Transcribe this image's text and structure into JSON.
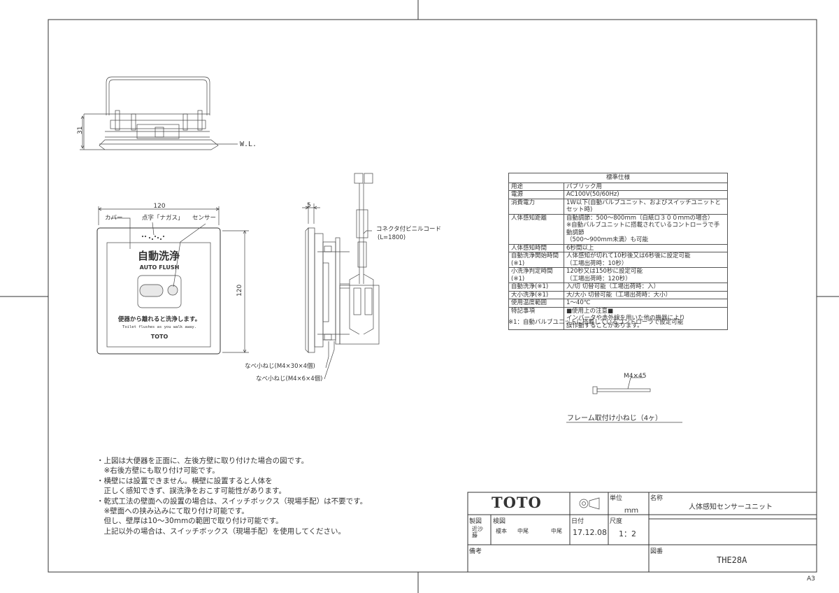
{
  "labels": {
    "wl": "W.L.",
    "dim_31": "31",
    "dim_120_w": "120",
    "dim_120_h": "120",
    "dim_5": "5",
    "cover": "カバー",
    "braille": "点字「ナガス」",
    "sensor": "センサー",
    "panel_title": "自動洗浄",
    "panel_sub": "AUTO FLUSH",
    "panel_msg_jp": "便器から離れると洗浄します。",
    "panel_msg_en": "Toilet flushes as you walk away.",
    "panel_brand": "TOTO",
    "cord": "コネクタ付ビニルコード",
    "cord_len": "(L=1800)",
    "screw1": "なべ小ねじ(M4×30×4個)",
    "screw2": "なべ小ねじ(M4×6×4個)",
    "m4x45": "M4×45",
    "frame_screw": "フレーム取付け小ねじ（4ヶ）"
  },
  "spec": {
    "header": "標準仕様",
    "rows": [
      {
        "key": "用途",
        "val": "パブリック用"
      },
      {
        "key": "電源",
        "val": "AC100V(50/60Hz)"
      },
      {
        "key": "消費電力",
        "val": "1W以下(自動バルブユニット、およびスイッチユニットとセット時)"
      },
      {
        "key": "人体感知距離",
        "val": "自動調節：500〜800mm（白紙ロ３００ｍｍの場合）",
        "val2": "※自動バルブユニットに搭載されているコントローラで手動調節",
        "val3": "（500〜900mm未満）も可能"
      },
      {
        "key": "人体感知時間",
        "val": "6秒間以上"
      },
      {
        "key": "自動洗浄開始時間",
        "key2": "(※1)",
        "val": "人体感知が切れて10秒後又は6秒後に設定可能",
        "val2": "（工場出荷時：10秒）"
      },
      {
        "key": "小洗浄判定時間",
        "key2": "(※1)",
        "val": "120秒又は150秒に設定可能",
        "val2": "（工場出荷時：120秒）"
      },
      {
        "key": "自動洗浄(※1)",
        "val": "入/切 切替可能（工場出荷時：入）"
      },
      {
        "key": "大小洗浄(※1)",
        "val": "大/大小 切替可能（工場出荷時：大小）"
      },
      {
        "key": "使用温度範囲",
        "val": "1〜40℃"
      },
      {
        "key": "特記事項",
        "val": "■使用上の注意■",
        "val2": "インバータや赤外線を用いた他の機器により",
        "val3": "誤作動することがあります。"
      }
    ],
    "note": "※1：自動バルブユニットに搭載しているコントローラで設定可能"
  },
  "notes": [
    "・上図は大便器を正面に、左後方壁に取り付けた場合の図です。",
    "　※右後方壁にも取り付け可能です。",
    "・横壁には設置できません。横壁に設置すると人体を",
    "　正しく感知できず、誤洗浄をおこす可能性があります。",
    "・乾式工法の壁面への設置の場合は、スイッチボックス（現場手配）は不要です。",
    "　※壁面への挟み込みにて取り付け可能です。",
    "　但し、壁厚は10〜30mmの範囲で取り付け可能です。",
    "　上記以外の場合は、スイッチボックス（現場手配）を使用してください。"
  ],
  "title_block": {
    "logo": "TOTO",
    "unit_label": "単位",
    "unit": "ｍｍ",
    "name_label": "名称",
    "name": "人体感知センサーユニット",
    "made_label": "製図",
    "made_names": [
      "近沙",
      "藤"
    ],
    "check_label": "検図",
    "check_names": [
      "榎本",
      "中尾",
      "中尾"
    ],
    "date_label": "日付",
    "date": "17.12.08",
    "scale_label": "尺度",
    "scale": "1：2",
    "remarks_label": "備考",
    "drawing_no_label": "図番",
    "drawing_no": "THE28A"
  },
  "sheet_size": "A3"
}
